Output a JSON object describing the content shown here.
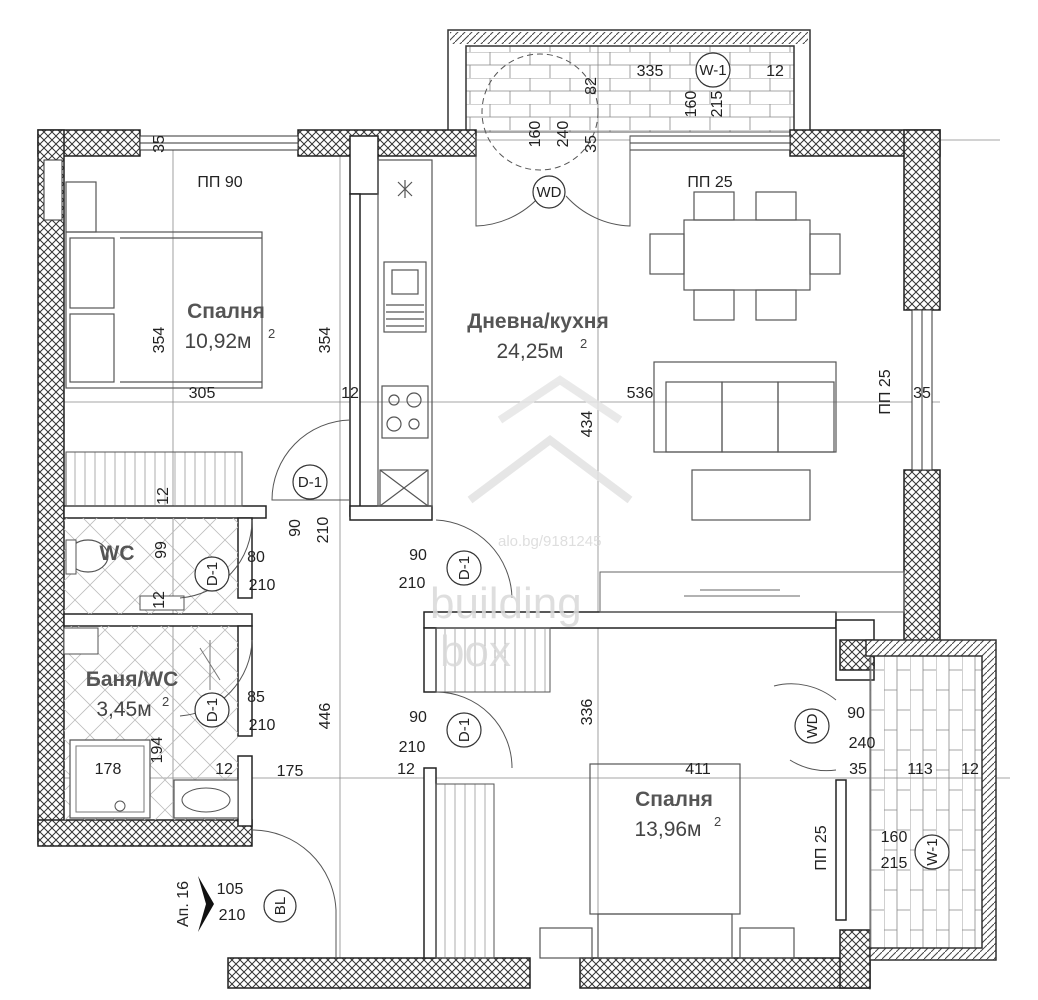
{
  "rooms": {
    "bedroom1": {
      "name": "Спалня",
      "area": "10,92м",
      "sup": "2"
    },
    "living": {
      "name": "Дневна/кухня",
      "area": "24,25м",
      "sup": "2"
    },
    "wc": {
      "name": "WC"
    },
    "bath": {
      "name": "Баня/WC",
      "area": "3,45м",
      "sup": "2"
    },
    "bedroom2": {
      "name": "Спалня",
      "area": "13,96м",
      "sup": "2"
    }
  },
  "labels": {
    "pp90": "ПП 90",
    "pp25_top": "ПП 25",
    "pp25_right": "ПП 25",
    "pp25_bottom": "ПП 25",
    "wd_top": "WD",
    "wd_right": "WD",
    "w1_top": "W-1",
    "w1_right": "W-1",
    "d1_corr": "D-1",
    "d1_wc": "D-1",
    "d1_bath": "D-1",
    "d1_living": "D-1",
    "d1_bed2": "D-1",
    "bl": "BL",
    "apartment": "Ап. 16"
  },
  "dimensions": {
    "d335": "335",
    "d12_top": "12",
    "d82": "82",
    "d160_bal": "160",
    "d215_bal": "215",
    "d160_wd": "160",
    "d240_wd": "240",
    "d35_wd": "35",
    "d35_left": "35",
    "d354_a": "354",
    "d354_b": "354",
    "d305": "305",
    "d12_mid": "12",
    "d536": "536",
    "d35_right": "35",
    "d434": "434",
    "d12_wc": "12",
    "d99": "99",
    "d12_wc2": "12",
    "d80": "80",
    "d210_wc": "210",
    "d90_corr": "90",
    "d210_corr": "210",
    "d90_liv": "90",
    "d210_liv": "210",
    "d85": "85",
    "d210_bath": "210",
    "d194": "194",
    "d446": "446",
    "d178": "178",
    "d12_bath": "12",
    "d175": "175",
    "d90_bed": "90",
    "d210_bed": "210",
    "d12_bed": "12",
    "d336": "336",
    "d90_wd2": "90",
    "d240_wd2": "240",
    "d411": "411",
    "d35_bal2": "35",
    "d113": "113",
    "d12_bal2": "12",
    "d160_bal2": "160",
    "d215_bal2": "215",
    "d105": "105",
    "d210_entry": "210"
  },
  "watermark": {
    "id": "alo.bg/9181245",
    "brand1": "building",
    "brand2": "box"
  }
}
